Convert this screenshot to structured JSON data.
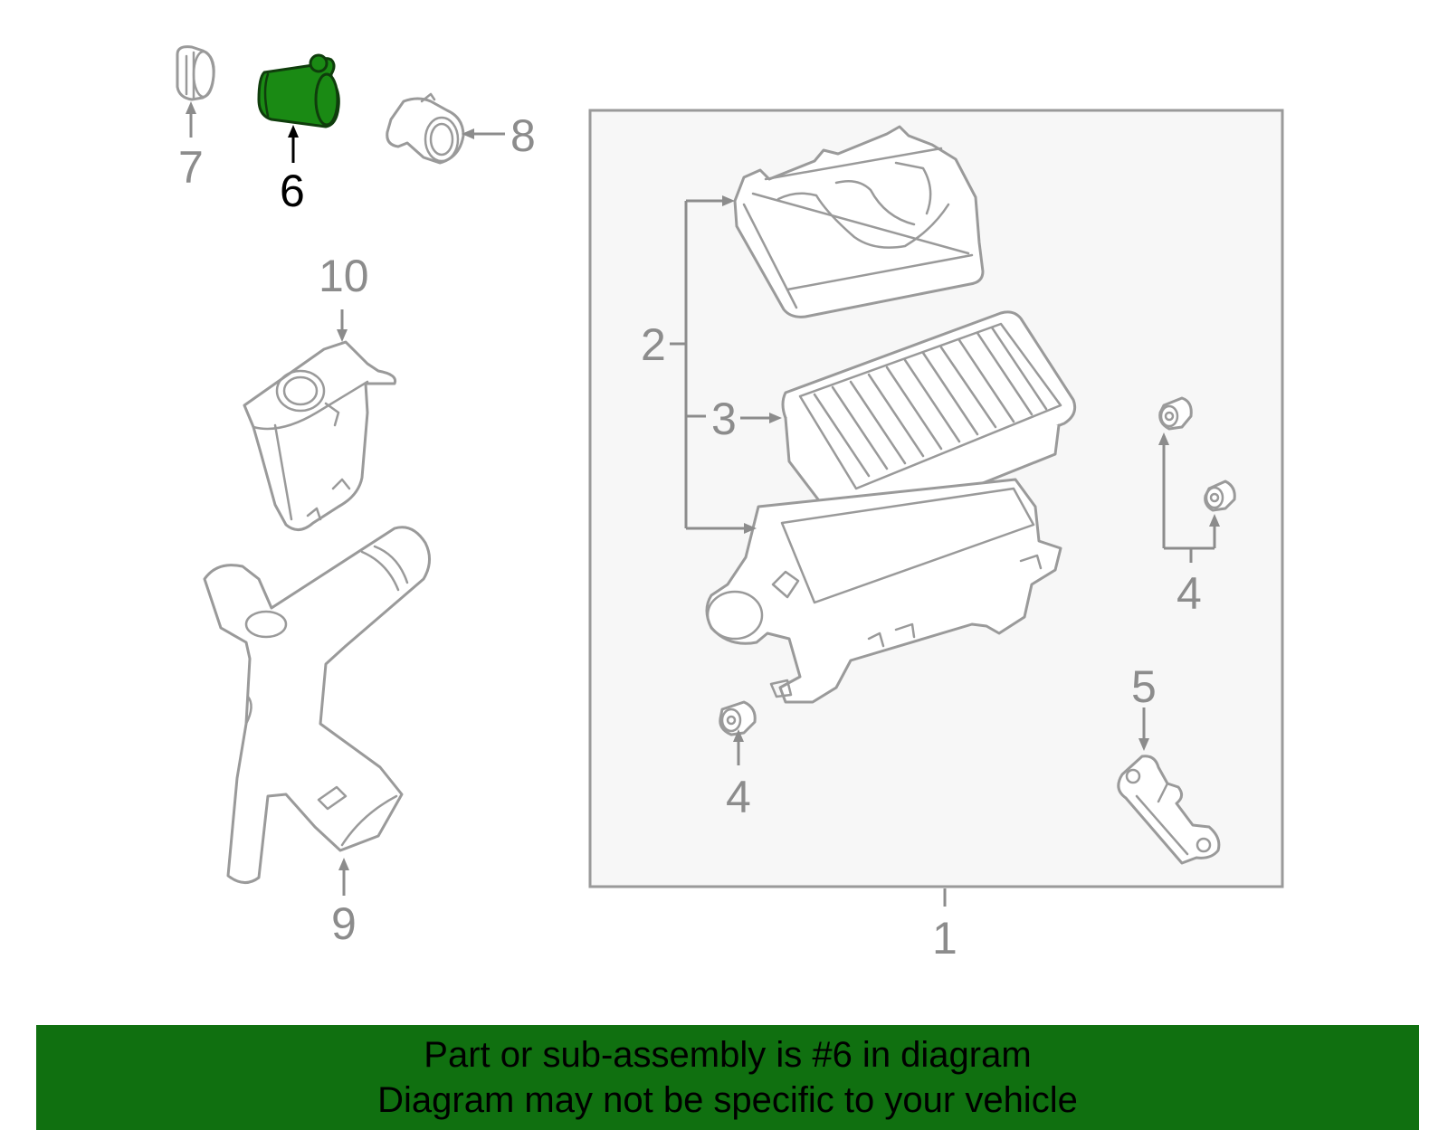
{
  "callouts": {
    "c1": "1",
    "c2": "2",
    "c3": "3",
    "c4a": "4",
    "c4b": "4",
    "c5": "5",
    "c6": "6",
    "c7": "7",
    "c8": "8",
    "c9": "9",
    "c10": "10"
  },
  "highlighted_part": "6",
  "colors": {
    "highlight": "#1a8a14",
    "banner": "#107010",
    "line": "#9a9a9a",
    "box_fill": "#f7f7f7"
  },
  "banner": {
    "line1": "Part or sub-assembly is #6 in diagram",
    "line2": "Diagram may not be specific to your vehicle"
  }
}
